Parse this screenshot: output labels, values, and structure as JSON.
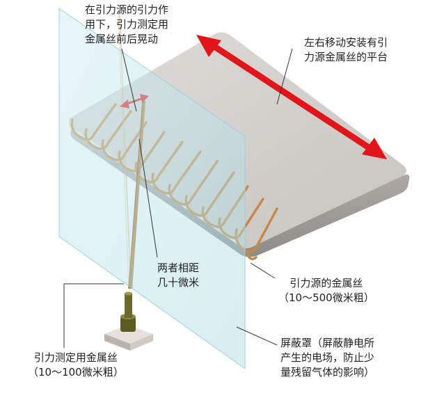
{
  "labels": {
    "fiber_swing": "在引力源的引力作\n用下，引力测定用\n金属丝前后晃动",
    "platform": "左右移动安装有引\n力源金属丝的平台",
    "distance": "两者相距\n几十微米",
    "source_wire": "引力源的金属丝\n（10～500微米粗）",
    "test_wire": "引力测定用金属丝\n（10～100微米粗）",
    "shield": "屏蔽罩（屏蔽静电所\n产生的电场，防止少\n量残留气体的影响）"
  },
  "colors": {
    "platform_top": "#d6d3d0",
    "platform_side": "#a9a5a2",
    "copper_wire": "#c48a4a",
    "shield_glass": "#bfe3ea",
    "arrow_red": "#e0161b",
    "base_block": "#cfcac2",
    "holder": "#6b6a2e"
  }
}
